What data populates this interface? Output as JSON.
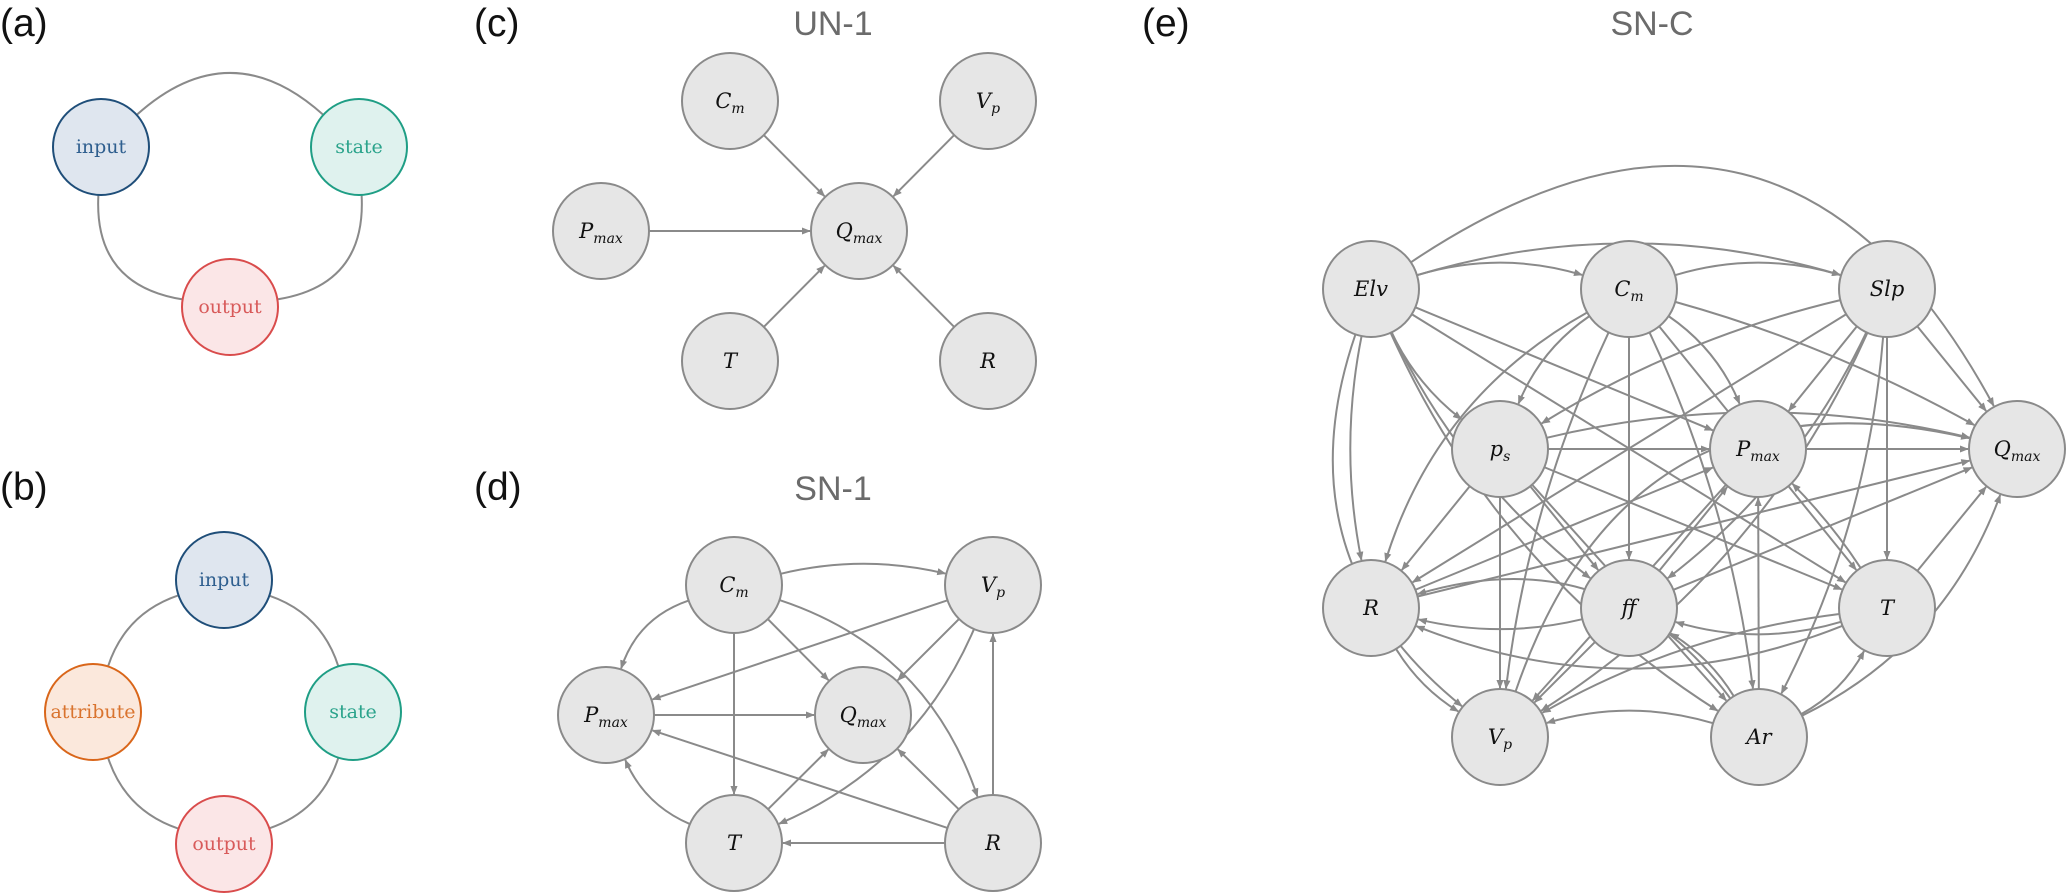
{
  "panels": {
    "a": {
      "label": "(a)",
      "nodes": [
        {
          "id": "input",
          "text": "input",
          "role": "input"
        },
        {
          "id": "state",
          "text": "state",
          "role": "state"
        },
        {
          "id": "output",
          "text": "output",
          "role": "output"
        }
      ],
      "links": [
        [
          "input",
          "state"
        ],
        [
          "input",
          "output"
        ],
        [
          "state",
          "output"
        ]
      ]
    },
    "b": {
      "label": "(b)",
      "nodes": [
        {
          "id": "input",
          "text": "input",
          "role": "input"
        },
        {
          "id": "attribute",
          "text": "attribute",
          "role": "attribute"
        },
        {
          "id": "state",
          "text": "state",
          "role": "state"
        },
        {
          "id": "output",
          "text": "output",
          "role": "output"
        }
      ],
      "links": [
        [
          "input",
          "attribute"
        ],
        [
          "input",
          "state"
        ],
        [
          "attribute",
          "output"
        ],
        [
          "state",
          "output"
        ]
      ]
    },
    "c": {
      "label": "(c)",
      "title": "UN-1",
      "nodes": [
        {
          "id": "Cm",
          "main": "C",
          "sub": "m"
        },
        {
          "id": "Vp",
          "main": "V",
          "sub": "p"
        },
        {
          "id": "Pmax",
          "main": "P",
          "sub": "max"
        },
        {
          "id": "Qmax",
          "main": "Q",
          "sub": "max"
        },
        {
          "id": "T",
          "main": "T",
          "sub": ""
        },
        {
          "id": "R",
          "main": "R",
          "sub": ""
        }
      ],
      "edges": [
        [
          "Cm",
          "Qmax"
        ],
        [
          "Vp",
          "Qmax"
        ],
        [
          "Pmax",
          "Qmax"
        ],
        [
          "T",
          "Qmax"
        ],
        [
          "R",
          "Qmax"
        ]
      ]
    },
    "d": {
      "label": "(d)",
      "title": "SN-1",
      "nodes": [
        {
          "id": "Cm",
          "main": "C",
          "sub": "m"
        },
        {
          "id": "Vp",
          "main": "V",
          "sub": "p"
        },
        {
          "id": "Pmax",
          "main": "P",
          "sub": "max"
        },
        {
          "id": "Qmax",
          "main": "Q",
          "sub": "max"
        },
        {
          "id": "T",
          "main": "T",
          "sub": ""
        },
        {
          "id": "R",
          "main": "R",
          "sub": ""
        }
      ],
      "edges": [
        [
          "Cm",
          "Vp"
        ],
        [
          "Cm",
          "Pmax"
        ],
        [
          "Cm",
          "Qmax"
        ],
        [
          "Cm",
          "T"
        ],
        [
          "Cm",
          "R"
        ],
        [
          "Vp",
          "Pmax"
        ],
        [
          "Vp",
          "Qmax"
        ],
        [
          "Vp",
          "T"
        ],
        [
          "Pmax",
          "Qmax"
        ],
        [
          "T",
          "Pmax"
        ],
        [
          "T",
          "Qmax"
        ],
        [
          "R",
          "Vp"
        ],
        [
          "R",
          "Qmax"
        ],
        [
          "R",
          "Pmax"
        ],
        [
          "R",
          "T"
        ]
      ]
    },
    "e": {
      "label": "(e)",
      "title": "SN-C",
      "nodes": [
        {
          "id": "Elv",
          "main": "Elv",
          "sub": ""
        },
        {
          "id": "Cm",
          "main": "C",
          "sub": "m"
        },
        {
          "id": "Slp",
          "main": "Slp",
          "sub": ""
        },
        {
          "id": "ps",
          "main": "p",
          "sub": "s"
        },
        {
          "id": "Pmax",
          "main": "P",
          "sub": "max"
        },
        {
          "id": "Qmax",
          "main": "Q",
          "sub": "max"
        },
        {
          "id": "R",
          "main": "R",
          "sub": ""
        },
        {
          "id": "ff",
          "main": "ff",
          "sub": ""
        },
        {
          "id": "T",
          "main": "T",
          "sub": ""
        },
        {
          "id": "Vp",
          "main": "V",
          "sub": "p"
        },
        {
          "id": "Ar",
          "main": "Ar",
          "sub": ""
        }
      ],
      "edges": [
        [
          "Elv",
          "Cm"
        ],
        [
          "Elv",
          "Slp"
        ],
        [
          "Elv",
          "Qmax"
        ],
        [
          "Elv",
          "ps"
        ],
        [
          "Elv",
          "R"
        ],
        [
          "Elv",
          "Vp"
        ],
        [
          "Elv",
          "ff"
        ],
        [
          "Elv",
          "Ar"
        ],
        [
          "Elv",
          "Pmax"
        ],
        [
          "Elv",
          "T"
        ],
        [
          "Cm",
          "Slp"
        ],
        [
          "Cm",
          "ps"
        ],
        [
          "Cm",
          "Pmax"
        ],
        [
          "Cm",
          "Qmax"
        ],
        [
          "Cm",
          "R"
        ],
        [
          "Cm",
          "ff"
        ],
        [
          "Cm",
          "Vp"
        ],
        [
          "Cm",
          "Ar"
        ],
        [
          "Cm",
          "T"
        ],
        [
          "Slp",
          "ps"
        ],
        [
          "Slp",
          "Pmax"
        ],
        [
          "Slp",
          "Qmax"
        ],
        [
          "Slp",
          "R"
        ],
        [
          "Slp",
          "T"
        ],
        [
          "Slp",
          "Vp"
        ],
        [
          "Slp",
          "Ar"
        ],
        [
          "Slp",
          "ff"
        ],
        [
          "ps",
          "Pmax"
        ],
        [
          "ps",
          "Qmax"
        ],
        [
          "ps",
          "R"
        ],
        [
          "ps",
          "Vp"
        ],
        [
          "ps",
          "ff"
        ],
        [
          "ps",
          "T"
        ],
        [
          "ps",
          "Ar"
        ],
        [
          "Pmax",
          "Qmax"
        ],
        [
          "Pmax",
          "Vp"
        ],
        [
          "R",
          "Vp"
        ],
        [
          "R",
          "Qmax"
        ],
        [
          "R",
          "Pmax"
        ],
        [
          "ff",
          "R"
        ],
        [
          "ff",
          "Vp"
        ],
        [
          "ff",
          "Pmax"
        ],
        [
          "ff",
          "Qmax"
        ],
        [
          "T",
          "R"
        ],
        [
          "T",
          "ff"
        ],
        [
          "T",
          "Qmax"
        ],
        [
          "T",
          "Pmax"
        ],
        [
          "T",
          "Vp"
        ],
        [
          "Ar",
          "Pmax"
        ],
        [
          "Ar",
          "ff"
        ],
        [
          "Ar",
          "T"
        ],
        [
          "Ar",
          "Qmax"
        ],
        [
          "Ar",
          "Vp"
        ],
        [
          "Ar",
          "R"
        ],
        [
          "Vp",
          "Qmax"
        ]
      ]
    }
  },
  "colors": {
    "input": {
      "stroke": "#1f4e79",
      "fill": "#dfe6ef",
      "text": "#2f5f8f"
    },
    "state": {
      "stroke": "#1f9e85",
      "fill": "#dff2ee",
      "text": "#2aa38b"
    },
    "output": {
      "stroke": "#d94c4c",
      "fill": "#fbe6e7",
      "text": "#d85a5a"
    },
    "attribute": {
      "stroke": "#d9661a",
      "fill": "#fbe8dc",
      "text": "#d9732e"
    },
    "edge": "#8a8a8a",
    "node_fill": "#e6e6e6",
    "title": "#6b6b6b"
  }
}
